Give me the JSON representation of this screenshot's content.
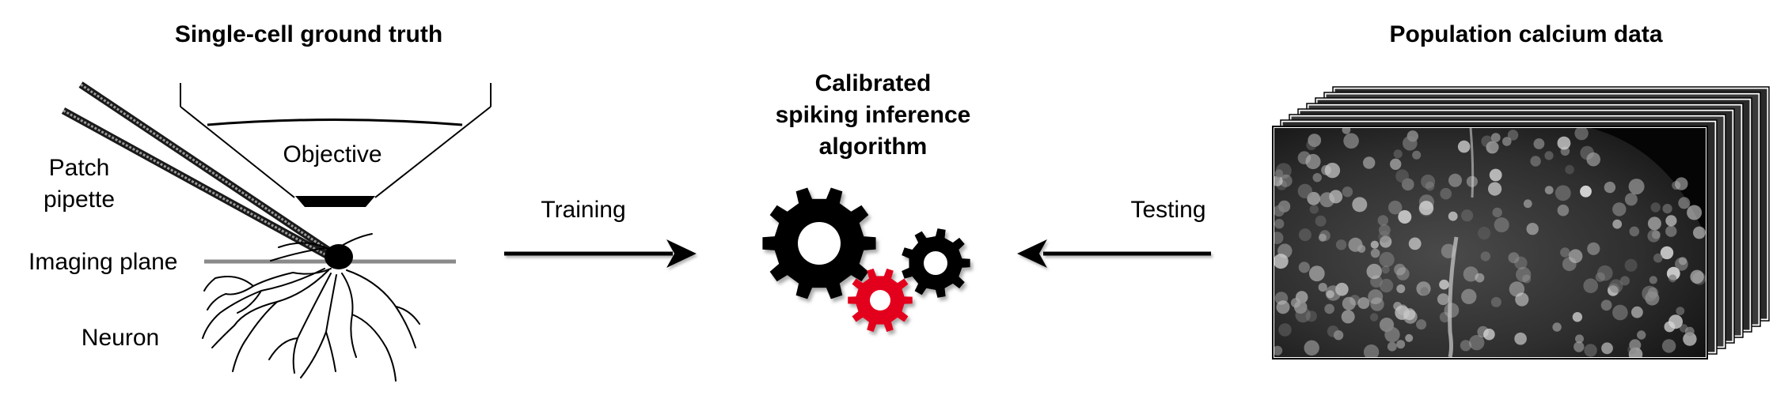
{
  "left_panel": {
    "title": "Single-cell ground truth",
    "objective_label": "Objective",
    "pipette_label_line1": "Patch",
    "pipette_label_line2": "pipette",
    "imaging_plane_label": "Imaging plane",
    "neuron_label": "Neuron"
  },
  "center_panel": {
    "title_line1": "Calibrated",
    "title_line2": "spiking inference",
    "title_line3": "algorithm",
    "gear_colors": {
      "large": "#000000",
      "small": "#000000",
      "accent": "#e3001b"
    }
  },
  "arrows": {
    "training_label": "Training",
    "testing_label": "Testing"
  },
  "right_panel": {
    "title": "Population calcium data"
  }
}
